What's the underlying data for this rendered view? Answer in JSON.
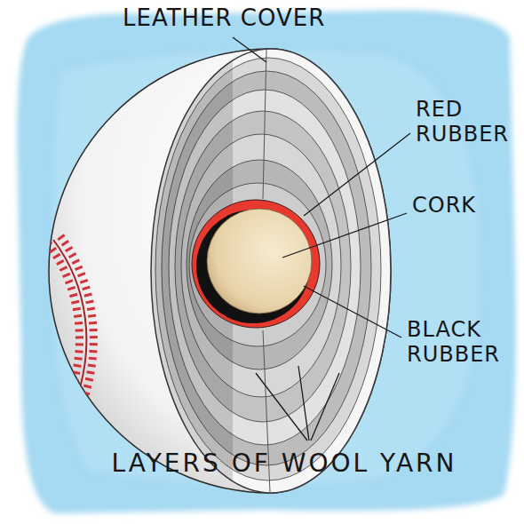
{
  "diagram": {
    "labels": [
      "LEATHER COVER",
      "RED RUBBER",
      "CORK",
      "BLACK RUBBER",
      "LAYERS OF WOOL YARN"
    ]
  }
}
